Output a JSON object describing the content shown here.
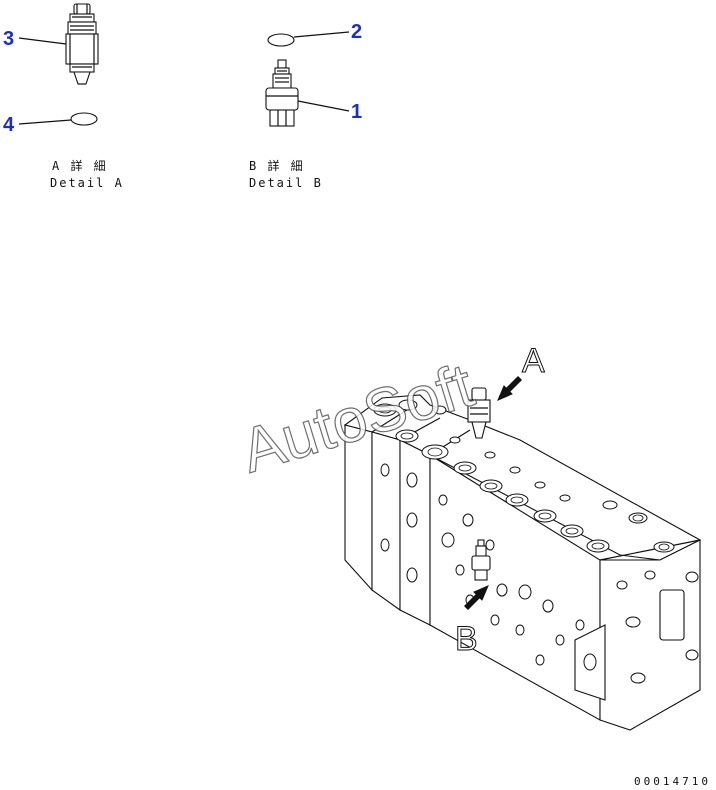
{
  "callouts": {
    "n1": "1",
    "n2": "2",
    "n3": "3",
    "n4": "4"
  },
  "details": {
    "a_jp": "A 詳 細",
    "a_en": "Detail A",
    "b_jp": "B 詳 細",
    "b_en": "Detail B"
  },
  "view_labels": {
    "a": "A",
    "b": "B"
  },
  "watermark": "AutoSoft",
  "drawing_code": "00014710"
}
